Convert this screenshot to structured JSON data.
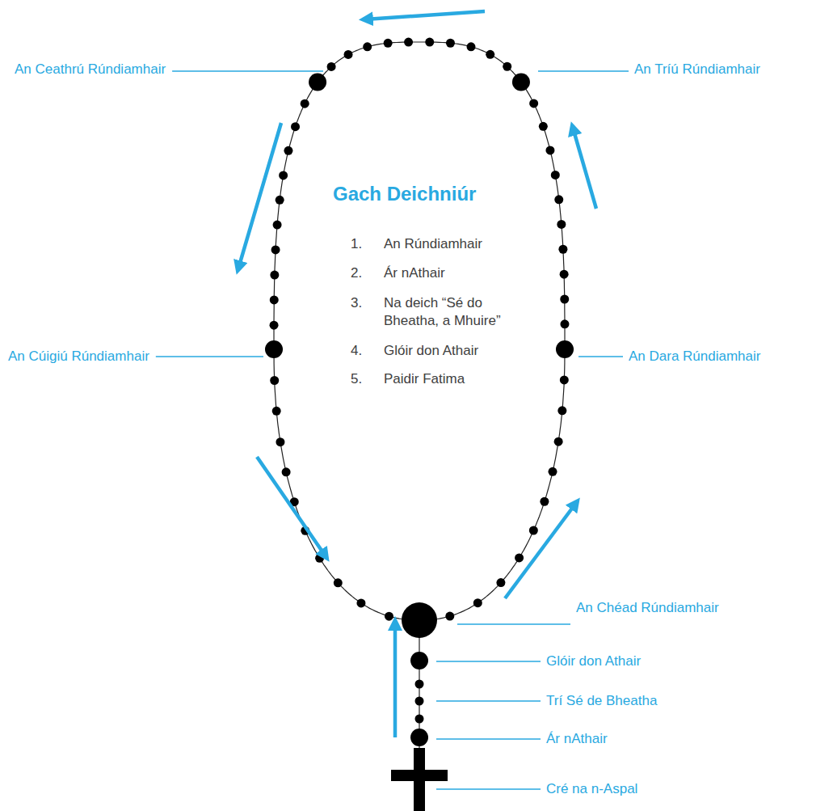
{
  "diagram": {
    "title": "Gach Deichniúr",
    "labels": [
      "An Ceathrú Rúndiamhair",
      "An Tríú Rúndiamhair",
      "An Cúigiú Rúndiamhair",
      "An Dara Rúndiamhair",
      "An Chéad Rúndiamhair",
      "Glóir don Athair",
      "Trí Sé de Bheatha",
      "Ár nAthair",
      "Cré na n-Aspal",
      "1.",
      "An Rúndiamhair",
      "2.",
      "Ár nAthair",
      "3.",
      "Na deich “Sé do Bheatha, a Mhuire”",
      "4.",
      "Glóir don Athair",
      "5.",
      "Paidir Fatima"
    ]
  }
}
